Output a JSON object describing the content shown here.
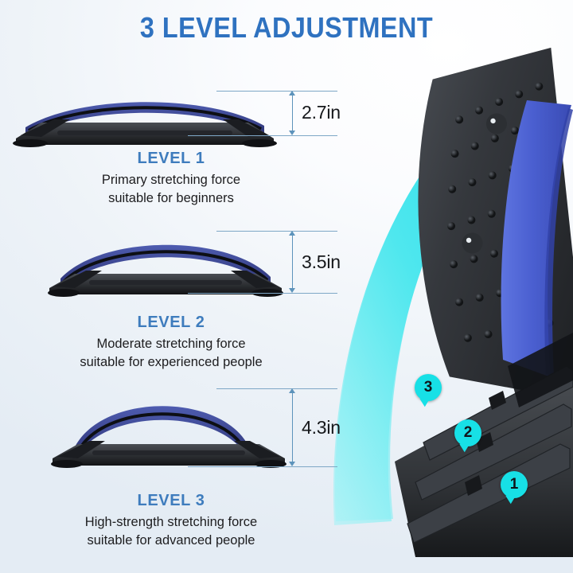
{
  "heading": "3 LEVEL ADJUSTMENT",
  "theme": {
    "title_blue": "#2f72c0",
    "label_blue": "#3e7cbd",
    "cyan": "#17e0e6",
    "dim_line": "#5d93bb",
    "body_text": "#1d1d1f",
    "pad_blue": "#4a5fd0",
    "body_black": "#26282c"
  },
  "levels": [
    {
      "label": "LEVEL 1",
      "description": "Primary stretching force\nsuitable for beginners",
      "height": "2.7in"
    },
    {
      "label": "LEVEL 2",
      "description": "Moderate stretching force\nsuitable for experienced people",
      "height": "3.5in"
    },
    {
      "label": "LEVEL 3",
      "description": "High-strength stretching force\nsuitable for advanced people",
      "height": "4.3in"
    }
  ],
  "photo": {
    "badges": [
      {
        "number": "3"
      },
      {
        "number": "2"
      },
      {
        "number": "1"
      }
    ],
    "arrow": "curved-up-arrow"
  }
}
